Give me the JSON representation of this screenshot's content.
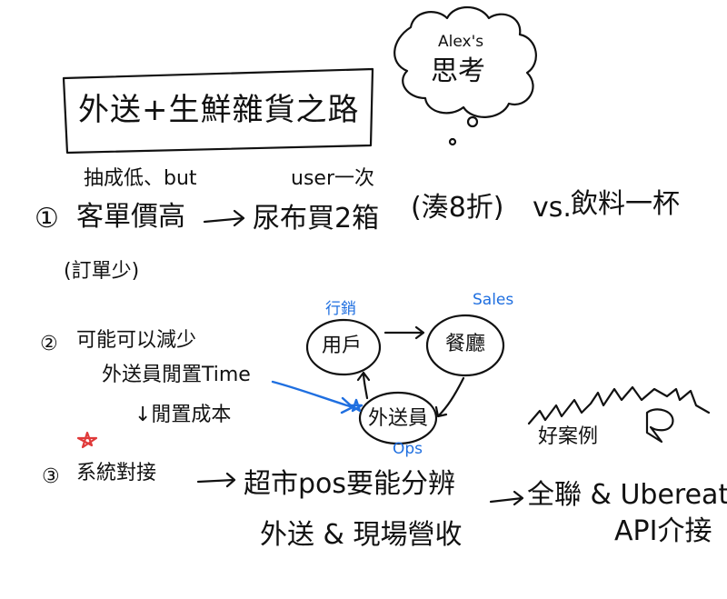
{
  "colors": {
    "ink": "#111111",
    "blue": "#1f6fe0",
    "red": "#e03a3a"
  },
  "title": "外送+生鮮雜貨之路",
  "thought_bubble": {
    "line1": "Alex's",
    "line2": "思考"
  },
  "point1": {
    "annotation_left": "抽成低、but",
    "annotation_right": "user一次",
    "number": "①",
    "main_before": "客單價高",
    "main_after": "尿布買2箱",
    "paren": "(湊8折)",
    "vs": "vs.",
    "compare": "飲料一杯",
    "note": "(訂單少)"
  },
  "point2": {
    "number": "②",
    "heading": "可能可以減少",
    "line1": "外送員閒置Time",
    "line2": "↓閒置成本"
  },
  "diagram": {
    "node_user": "用戶",
    "node_restaurant": "餐廳",
    "node_courier": "外送員",
    "label_marketing": "行銷",
    "label_sales": "Sales",
    "label_ops": "Ops"
  },
  "point3": {
    "number": "③",
    "heading": "系統對接",
    "line1": "超市pos要能分辨",
    "line2": "外送 & 現場營收",
    "result": "全聯 & Ubereats",
    "result2": "API介接"
  },
  "good_case": {
    "label": "好案例",
    "icon": "speech-bubble-icon"
  }
}
